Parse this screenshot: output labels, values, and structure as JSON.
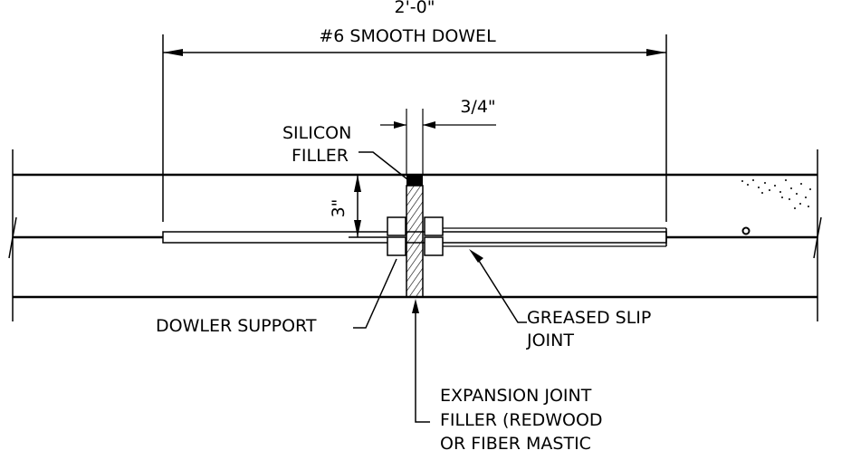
{
  "dimensions": {
    "overall": "2'-0\"",
    "dowel": "#6 SMOOTH DOWEL",
    "gap": "3/4\"",
    "depth": "3\""
  },
  "labels": {
    "silicon_line1": "SILICON",
    "silicon_line2": "FILLER",
    "support": "DOWLER SUPPORT",
    "slip_line1": "GREASED SLIP",
    "slip_line2": "JOINT",
    "expansion_line1": "EXPANSION JOINT",
    "expansion_line2": "FILLER (REDWOOD",
    "expansion_line3": "OR FIBER MASTIC"
  }
}
